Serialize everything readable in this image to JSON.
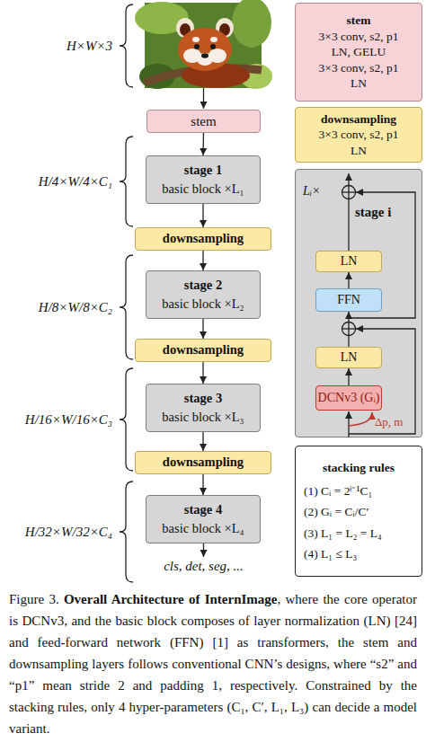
{
  "diagram": {
    "caption": "Figure 3. Overall Architecture of InternImage, where the core operator is DCNv3, and the basic block composes of layer normalization (LN) [24] and feed-forward network (FFN) [1] as transformers, the stem and downsampling layers follows conventional CNN’s designs, where “s2” and “p1” mean stride 2 and padding 1, respectively. Constrained by the stacking rules, only 4 hyper-parameters (C₁, C′, L₁, L₃) can decide a model variant.",
    "nodes": [
      {
        "text": [
          "stem"
        ]
      },
      {
        "text": [
          "stage 1",
          "basic block ×L₁"
        ]
      },
      {
        "text": [
          "downsampling"
        ]
      },
      {
        "text": [
          "stage 2",
          "basic block ×L₂"
        ]
      },
      {
        "text": [
          "downsampling"
        ]
      },
      {
        "text": [
          "stage 3",
          "basic block ×L₃"
        ]
      },
      {
        "text": [
          "downsampling"
        ]
      },
      {
        "text": [
          "stage 4",
          "basic block ×L₄"
        ]
      },
      {
        "text": [
          "stem",
          "3×3 conv, s2, p1",
          "LN, GELU",
          "3×3 conv, s2, p1",
          "LN"
        ]
      },
      {
        "text": [
          "downsampling",
          "3×3 conv, s2, p1",
          "LN"
        ]
      },
      {
        "text": [
          "stage i",
          "Lᵢ×"
        ]
      },
      {
        "text": [
          "LN"
        ],
        "in": 10
      },
      {
        "text": [
          "FFN"
        ],
        "in": 10
      },
      {
        "text": [
          "LN"
        ],
        "in": 10
      },
      {
        "text": [
          "DCNv3 (Gᵢ)"
        ],
        "in": 10
      },
      {
        "text": [
          "stacking rules",
          "(1) Cᵢ = 2ⁱ⁻¹C₁",
          "(2) Gᵢ = Cᵢ/C′",
          "(3) L₁ = L₂ = L₄",
          "(4) L₁ ≤ L₃"
        ]
      }
    ],
    "edges": [
      {
        "from": 0,
        "to": 1,
        "arrow": "to"
      },
      {
        "from": 1,
        "to": 2,
        "arrow": "to"
      },
      {
        "from": 2,
        "to": 3,
        "arrow": "to"
      },
      {
        "from": 3,
        "to": 4,
        "arrow": "to"
      },
      {
        "from": 4,
        "to": 5,
        "arrow": "to"
      },
      {
        "from": 5,
        "to": 6,
        "arrow": "to"
      },
      {
        "from": 6,
        "to": 7,
        "arrow": "to"
      },
      {
        "from": 14,
        "to": 13,
        "arrow": "to"
      },
      {
        "from": 13,
        "to": 12,
        "arrow": "to"
      },
      {
        "from": 12,
        "to": 11,
        "arrow": "to"
      }
    ],
    "labels": [
      "H×W×3",
      "H/4×W/4×C₁",
      "H/8×W/8×C₂",
      "H/16×W/16×C₃",
      "H/32×W/32×C₄",
      "cls, det, seg, ...",
      "Δp, m"
    ]
  }
}
